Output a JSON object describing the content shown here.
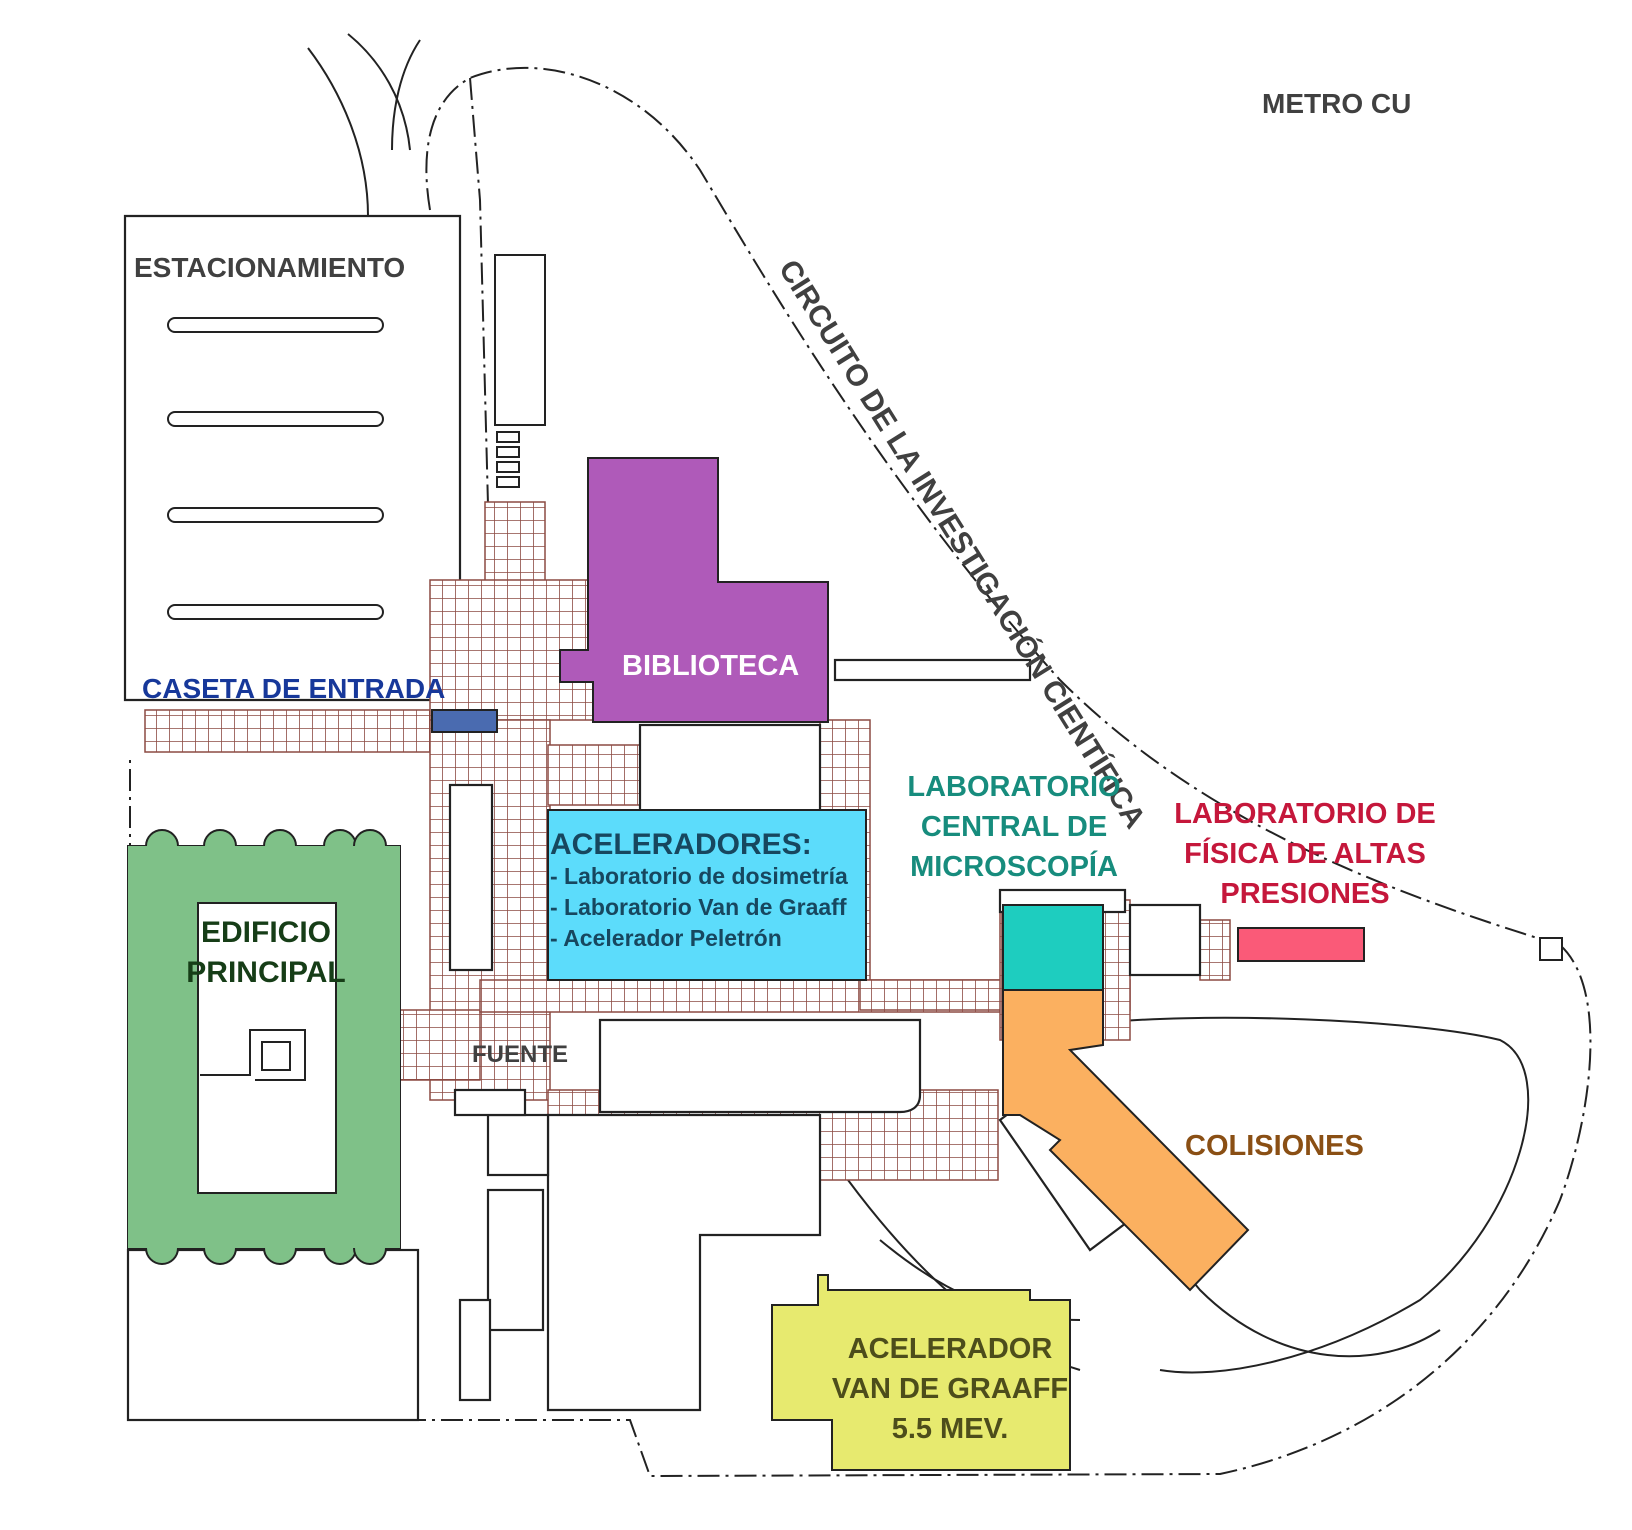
{
  "labels": {
    "metro": "METRO CU",
    "circuito": "CIRCUITO DE LA INVESTIGACIÓN CIENTÍFICA",
    "estacionamiento": "ESTACIONAMIENTO",
    "biblioteca": "BIBLIOTECA",
    "caseta": "CASETA DE ENTRADA",
    "edificio": [
      "EDIFICIO",
      "PRINCIPAL"
    ],
    "aceleradores_title": "ACELERADORES:",
    "aceleradores_items": [
      "- Laboratorio de dosimetría",
      "- Laboratorio Van de Graaff",
      "- Acelerador Peletrón"
    ],
    "microscopia": [
      "LABORATORIO",
      "CENTRAL DE",
      "MICROSCOPÍA"
    ],
    "altas_presiones": [
      "LABORATORIO DE",
      "FÍSICA DE ALTAS",
      "PRESIONES"
    ],
    "fuente": "FUENTE",
    "colisiones": "COLISIONES",
    "van_de_graaff": [
      "ACELERADOR",
      "VAN DE GRAAFF",
      "5.5 MEV."
    ]
  },
  "colors": {
    "biblioteca": "#af5ab9",
    "caseta": "#4a6bb0",
    "edificio": "#7fc188",
    "aceleradores": "#5cdcfb",
    "microscopia": "#1ecdbf",
    "altas_presiones": "#fa5a78",
    "colisiones": "#fbb060",
    "van_de_graaff": "#e7ea6f",
    "paving": "#8c4a42",
    "text_dark": "#404040",
    "text_caseta": "#17389a",
    "text_edificio": "#163d17",
    "text_aceleradores": "#17475f",
    "text_microscopia": "#178c7d",
    "text_altas": "#c5173b",
    "text_colisiones": "#8a4f14",
    "text_vdg": "#4d4d1b"
  }
}
